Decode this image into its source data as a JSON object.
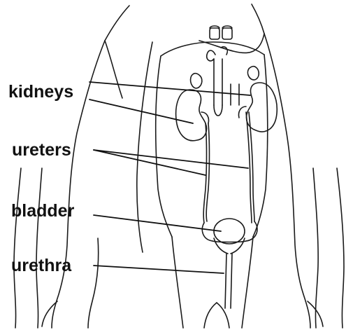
{
  "labels": {
    "kidneys": "kidneys",
    "ureters": "ureters",
    "bladder": "bladder",
    "urethra": "urethra"
  },
  "colors": {
    "line": "#1a1a1a",
    "text": "#111111",
    "background": "#ffffff"
  }
}
